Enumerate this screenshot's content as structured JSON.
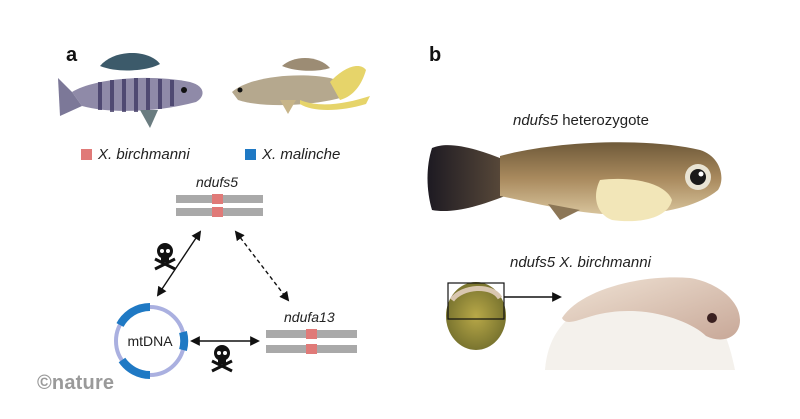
{
  "panels": {
    "a": {
      "label": "a"
    },
    "b": {
      "label": "b"
    }
  },
  "legend": [
    {
      "species": "X. birchmanni",
      "color": "#e07a78"
    },
    {
      "species": "X. malinche",
      "color": "#1f79c4"
    }
  ],
  "genes": {
    "top": "ndufs5",
    "right": "ndufa13",
    "mito": "mtDNA"
  },
  "captions": {
    "upper_gene": "ndufs5",
    "upper_rest": " heterozygote",
    "lower": "ndufs5 X. birchmanni"
  },
  "credit": "©nature",
  "icons": [
    "skull-crossbones-icon",
    "skull-crossbones-icon"
  ],
  "colors": {
    "birchmanni": "#e07a78",
    "malinche": "#1f79c4",
    "chromosome": "#a9a9a9",
    "mito_ring": "#aab0e0"
  }
}
